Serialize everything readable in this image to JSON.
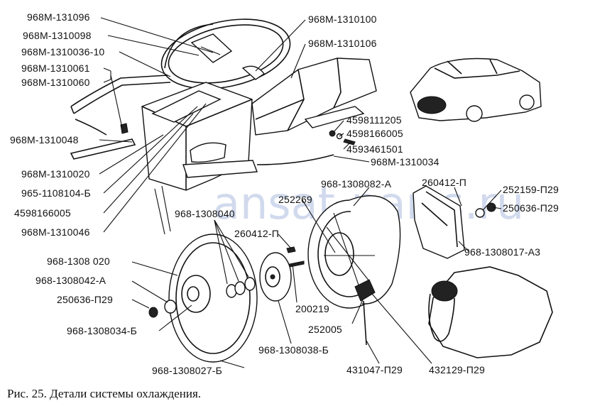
{
  "caption": "Рис. 25. Детали системы охлаждения.",
  "watermark": "ansat-parts.ru",
  "labels": {
    "l01": "968M-131096",
    "l02": "968M-1310098",
    "l03": "968M-1310036-10",
    "l04": "968M-1310061",
    "l05": "968M-1310060",
    "l06": "968M-1310048",
    "l07": "968M-1310020",
    "l08": "965-1108104-Б",
    "l09": "4598166005",
    "l10": "968M-1310046",
    "l11": "968M-1310100",
    "l12": "968M-1310106",
    "l13": "4598111205",
    "l14": "4598166005",
    "l15": "4593461501",
    "l16": "968M-1310034",
    "l17": "968-1308082-A",
    "l18": "260412-П",
    "l19": "252159-П29",
    "l20": "250636-П29",
    "l21": "252269",
    "l22": "968-1308040",
    "l23": "260412-П",
    "l24": "968-1308 020",
    "l25": "968-1308042-A",
    "l26": "250636-П29",
    "l27": "968-1308034-Б",
    "l28": "200219",
    "l29": "252005",
    "l30": "968-1308038-Б",
    "l31": "968-1308027-Б",
    "l32": "431047-П29",
    "l33": "432129-П29",
    "l34": "968-1308017-A3"
  }
}
